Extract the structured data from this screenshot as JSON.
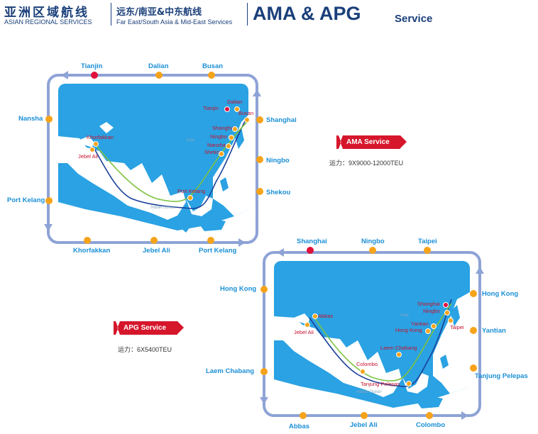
{
  "header": {
    "cn_title": "亚洲区域航线",
    "en_title": "ASIAN REGIONAL SERVICES",
    "cn_route": "远东/南亚&中东航线",
    "en_route": "Far East/South Asia & Mid-East Services",
    "big_title": "AMA & APG",
    "service_word": "Service"
  },
  "colors": {
    "brand": "#1a3f7a",
    "label": "#1a8fd6",
    "dot": "#f5a31a",
    "red_dot": "#e0103c",
    "badge": "#d5162b",
    "frame": "#8ea3d6",
    "land": "#2aa2e3"
  },
  "ama": {
    "badge": "AMA Service",
    "capacity_label": "运力：",
    "capacity_value": "9X9000-12000TEU",
    "loop_ports": [
      "Tianjin",
      "Dalian",
      "Busan",
      "Shanghai",
      "Ningbo",
      "Shekou",
      "Port Kelang",
      "Jebel Ali",
      "Khorfakkan",
      "Port Kelang",
      "Nansha"
    ],
    "map_ports": [
      "Dalian",
      "Tianjin",
      "Busan",
      "Shanghai",
      "Ningbo",
      "Nansha",
      "Shekou",
      "Khorfakkan",
      "Jebel Ali",
      "Port Kelang"
    ],
    "sea_labels": [
      "Asia",
      "Indian Ocean"
    ]
  },
  "apg": {
    "badge": "APG Service",
    "capacity_label": "运力：",
    "capacity_value": "6X5400TEU",
    "loop_ports": [
      "Shanghai",
      "Ningbo",
      "Taipei",
      "Hong Kong",
      "Yantian",
      "Tanjung Pelepas",
      "Colombo",
      "Jebel Ali",
      "Abbas",
      "Laem Chabang",
      "Hong Kong"
    ],
    "map_ports": [
      "Shanghai",
      "Ningbo",
      "Taipei",
      "Yantian",
      "Hong Kong",
      "Laem Chabang",
      "Abbas",
      "Jebel Ali",
      "Colombo",
      "Tanjung Pelepas"
    ],
    "sea_labels": [
      "Asia",
      "Indian Ocean"
    ]
  }
}
